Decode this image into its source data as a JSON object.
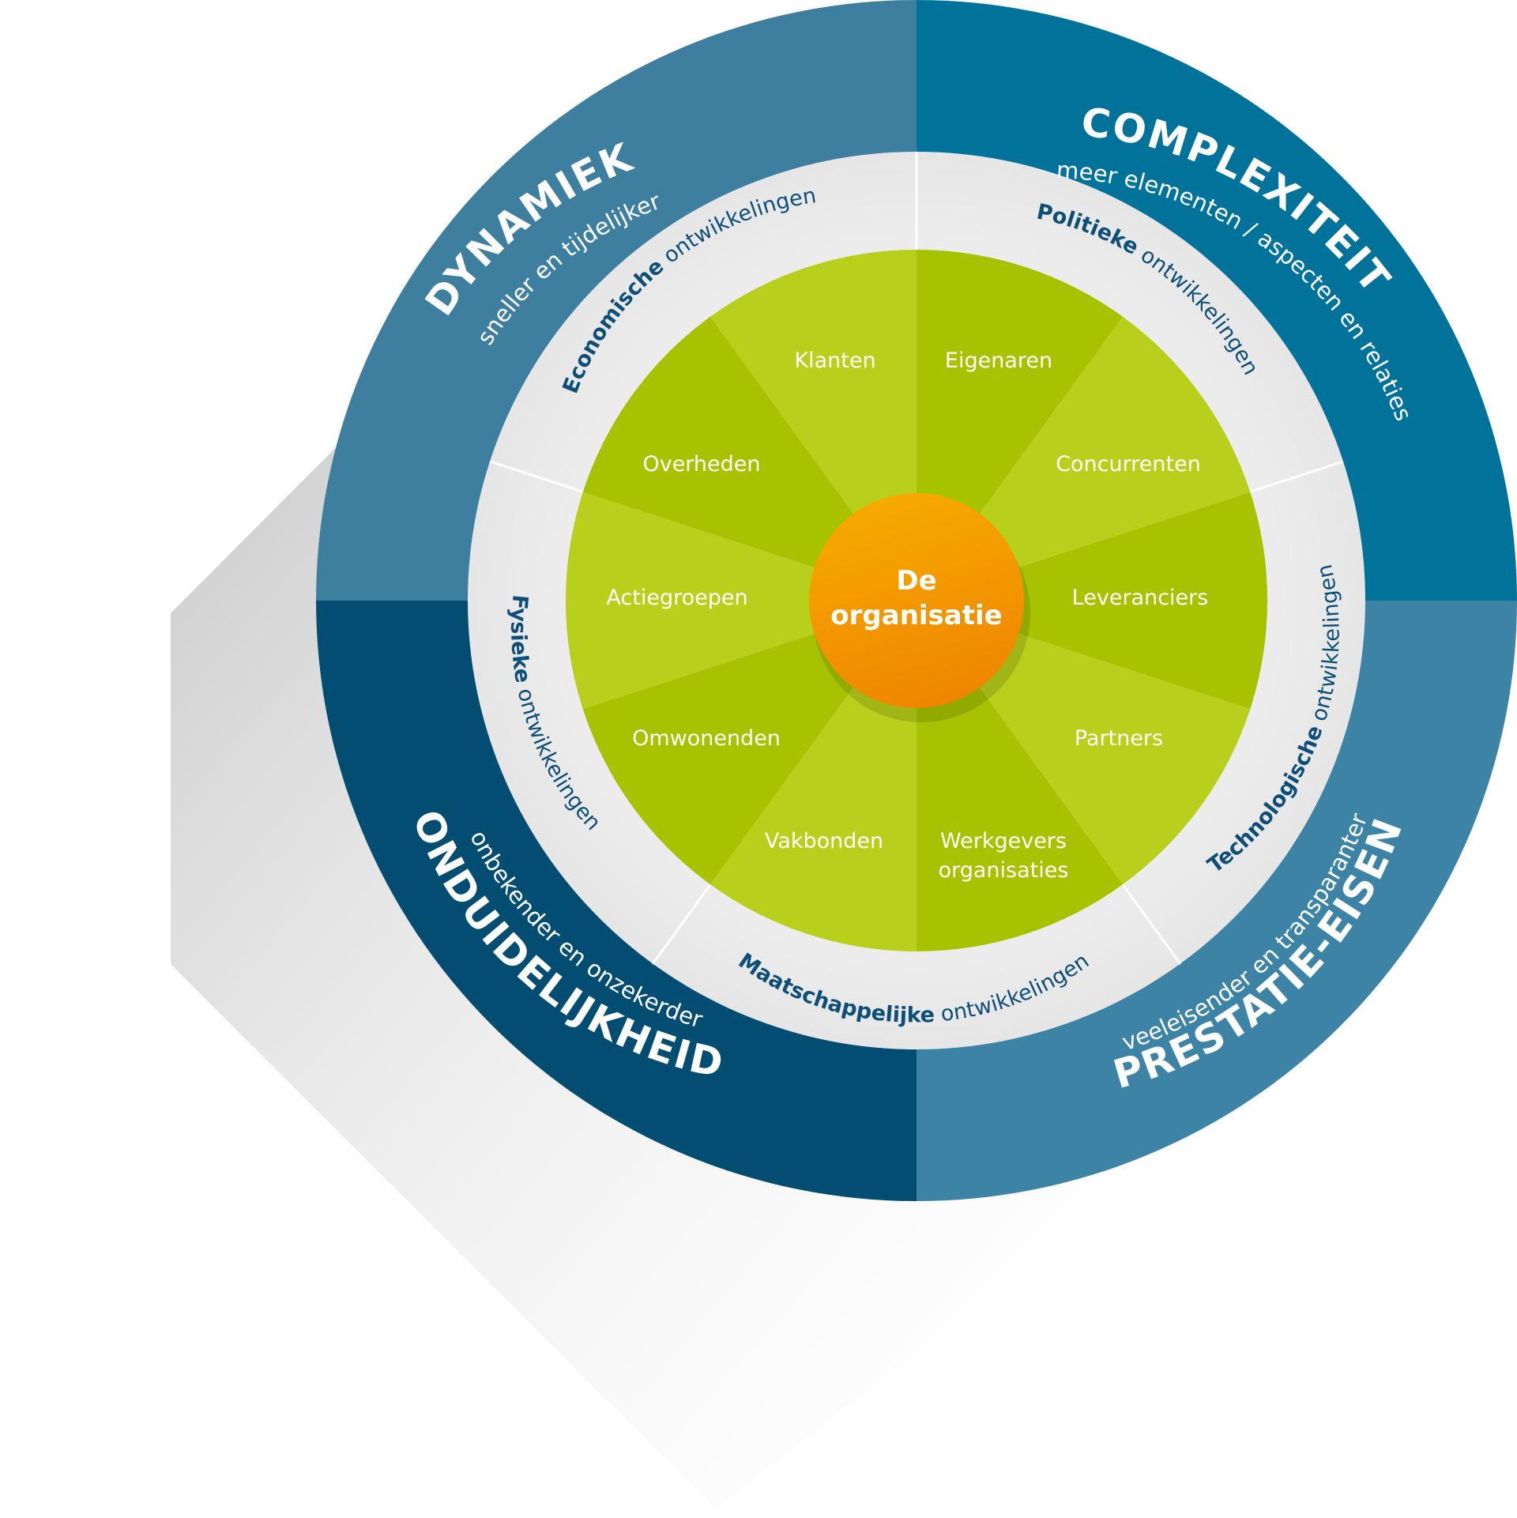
{
  "colors": {
    "quadrant_top_left": "#3e7fa0",
    "quadrant_top_right": "#01739a",
    "quadrant_bottom_left": "#034d72",
    "quadrant_bottom_right": "#3c83a6",
    "ring_gray": "#ececec",
    "green_dark": "#a6c200",
    "green_light": "#b8cf1b",
    "orange": "#f39200",
    "dark_blue_text": "#0d4f78"
  },
  "outer": {
    "dynamiek": {
      "title": "DYNAMIEK",
      "subtitle": "sneller en tijdelijker"
    },
    "complexiteit": {
      "title": "COMPLEXITEIT",
      "subtitle": "meer elementen / aspecten en relaties"
    },
    "onduidelijkheid": {
      "title": "ONDUIDELIJKHEID",
      "subtitle": "onbekender en onzekerder"
    },
    "prestatie": {
      "title": "PRESTATIE-EISEN",
      "subtitle": "veeleisender en transparanter"
    }
  },
  "ring": {
    "economische": {
      "bold": "Economische",
      "rest": " ontwikkelingen"
    },
    "politieke": {
      "bold": "Politieke",
      "rest": " ontwikkelingen"
    },
    "technologische": {
      "bold": "Technologische",
      "rest": " ontwikkelingen"
    },
    "maatschappelijke": {
      "bold": "Maatschappelijke",
      "rest": " ontwikkelingen"
    },
    "fysieke": {
      "bold": "Fysieke",
      "rest": " ontwikkelingen"
    }
  },
  "stakeholders": {
    "klanten": "Klanten",
    "eigenaren": "Eigenaren",
    "concurrenten": "Concurrenten",
    "leveranciers": "Leveranciers",
    "partners": "Partners",
    "werkgevers_1": "Werkgevers",
    "werkgevers_2": "organisaties",
    "vakbonden": "Vakbonden",
    "omwonenden": "Omwonenden",
    "actiegroepen": "Actiegroepen",
    "overheden": "Overheden"
  },
  "center": {
    "line1": "De",
    "line2": "organisatie"
  }
}
